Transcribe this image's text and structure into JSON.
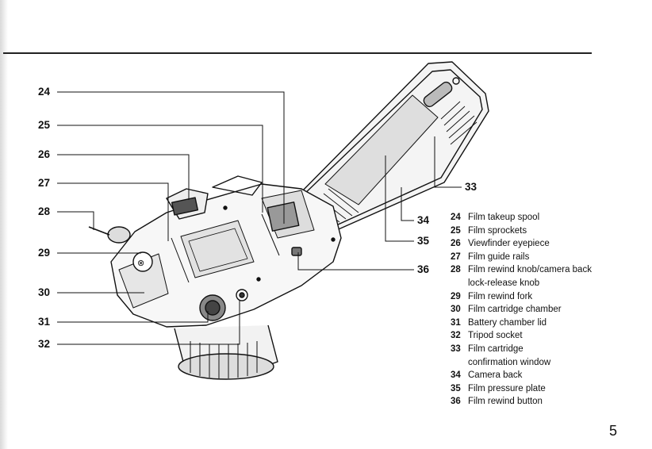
{
  "page_number": "5",
  "callouts": {
    "c24": "24",
    "c25": "25",
    "c26": "26",
    "c27": "27",
    "c28": "28",
    "c29": "29",
    "c30": "30",
    "c31": "31",
    "c32": "32",
    "c33": "33",
    "c34": "34",
    "c35": "35",
    "c36": "36"
  },
  "legend": [
    {
      "num": "24",
      "text": "Film takeup spool"
    },
    {
      "num": "25",
      "text": "Film sprockets"
    },
    {
      "num": "26",
      "text": "Viewfinder eyepiece"
    },
    {
      "num": "27",
      "text": "Film guide rails"
    },
    {
      "num": "28",
      "text": "Film rewind knob/camera back\nlock-release knob"
    },
    {
      "num": "29",
      "text": "Film rewind fork"
    },
    {
      "num": "30",
      "text": "Film cartridge chamber"
    },
    {
      "num": "31",
      "text": "Battery chamber lid"
    },
    {
      "num": "32",
      "text": "Tripod socket"
    },
    {
      "num": "33",
      "text": "Film cartridge\nconfirmation window"
    },
    {
      "num": "34",
      "text": "Camera back"
    },
    {
      "num": "35",
      "text": "Film pressure plate"
    },
    {
      "num": "36",
      "text": "Film rewind button"
    }
  ]
}
